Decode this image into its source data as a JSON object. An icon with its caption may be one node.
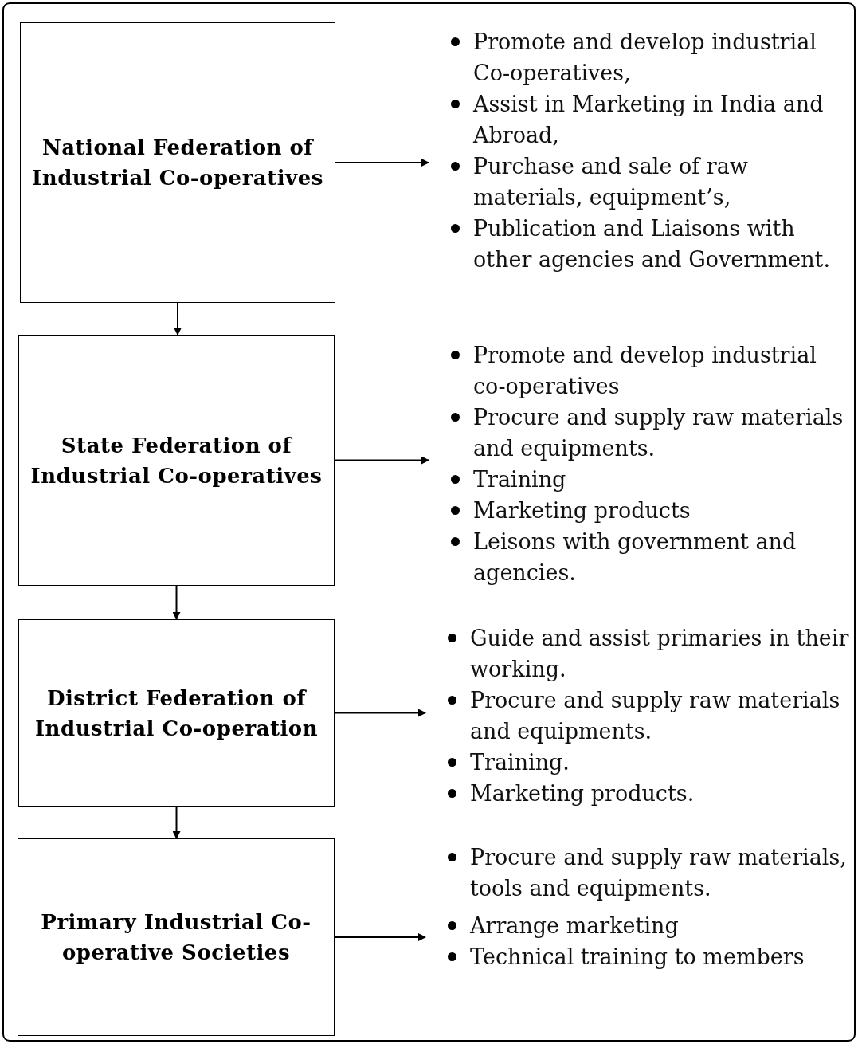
{
  "diagram": {
    "nodes": [
      {
        "text": [
          "National Federation of Industrial Co-operatives"
        ]
      },
      {
        "text": [
          "Promote and develop industrial  Co-operatives,",
          "Assist in Marketing in India and Abroad,",
          "Purchase and sale of raw materials, equipment’s,",
          "Publication and Liaisons with other agencies and Government."
        ]
      },
      {
        "text": [
          "State  Federation of Industrial Co-operatives"
        ]
      },
      {
        "text": [
          "Promote and develop industrial co-operatives",
          "Procure and supply raw materials and equipments.",
          "Training",
          "Marketing products",
          "Leisons with government and agencies."
        ]
      },
      {
        "text": [
          "District Federation of Industrial Co-operation"
        ]
      },
      {
        "text": [
          "Guide and assist primaries in their working.",
          "Procure and supply raw materials and equipments.",
          "Training.",
          "Marketing products."
        ]
      },
      {
        "text": [
          "Primary Industrial Co-operative Societies"
        ]
      },
      {
        "text": [
          "Procure and supply raw materials, tools and equipments.",
          "Arrange marketing",
          "Technical training to members"
        ]
      }
    ],
    "edges": [
      {
        "from": 0,
        "to": 1,
        "arrow": "to"
      },
      {
        "from": 0,
        "to": 2,
        "arrow": "to"
      },
      {
        "from": 2,
        "to": 3,
        "arrow": "to"
      },
      {
        "from": 2,
        "to": 4,
        "arrow": "to"
      },
      {
        "from": 4,
        "to": 5,
        "arrow": "to"
      },
      {
        "from": 4,
        "to": 6,
        "arrow": "to"
      },
      {
        "from": 6,
        "to": 7,
        "arrow": "to"
      }
    ]
  }
}
